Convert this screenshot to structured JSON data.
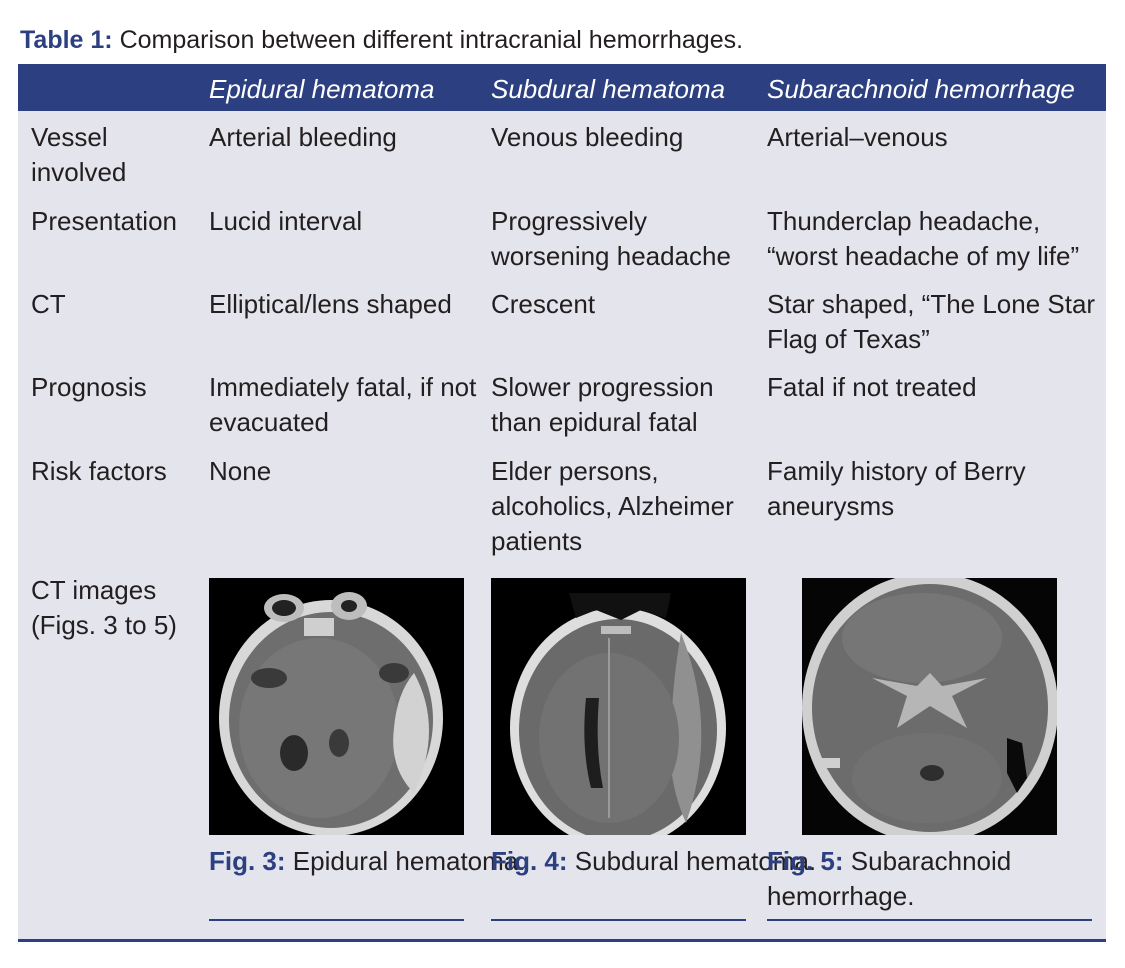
{
  "caption": {
    "label": "Table 1:",
    "text": " Comparison between different intracranial hemorrhages."
  },
  "headers": [
    "",
    "Epidural hematoma",
    "Subdural hematoma",
    "Subarachnoid hemorrhage"
  ],
  "rows": [
    {
      "label": "Vessel involved",
      "epidural": "Arterial bleeding",
      "subdural": "Venous bleeding",
      "subarachnoid": "Arterial–venous"
    },
    {
      "label": "Presentation",
      "epidural": "Lucid interval",
      "subdural": "Progressively worsening headache",
      "subarachnoid": "Thunderclap headache, “worst headache of my life”"
    },
    {
      "label": "CT",
      "epidural": "Elliptical/lens shaped",
      "subdural": "Crescent",
      "subarachnoid": "Star shaped, “The Lone Star Flag of Texas”"
    },
    {
      "label": "Prognosis",
      "epidural": "Immediately fatal, if not evacuated",
      "subdural": "Slower progression than epidural fatal",
      "subarachnoid": "Fatal if not treated"
    },
    {
      "label": "Risk factors",
      "epidural": "None",
      "subdural": "Elder persons, alcoholics, Alzheimer patients",
      "subarachnoid": "Family history of Berry aneurysms"
    }
  ],
  "ct_images": {
    "label": "CT images (Figs. 3 to 5)",
    "figures": [
      {
        "label": "Fig. 3:",
        "caption": " Epidural hematoma."
      },
      {
        "label": "Fig. 4:",
        "caption": " Subdural hematoma."
      },
      {
        "label": "Fig. 5:",
        "caption": " Subarachnoid hemorrhage."
      }
    ]
  }
}
